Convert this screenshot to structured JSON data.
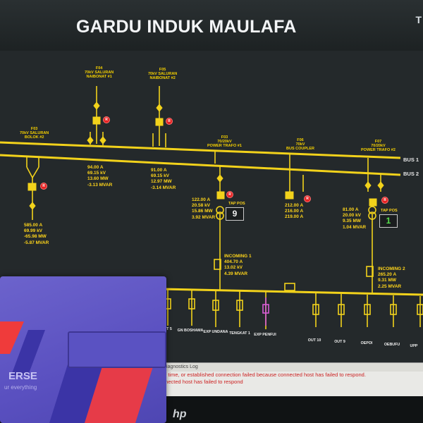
{
  "screen": {
    "title": "GARDU INDUK MAULAFA",
    "corner_char": "T"
  },
  "buses": {
    "bus1": "BUS 1",
    "bus2": "BUS 2"
  },
  "bays": [
    {
      "id": "F03",
      "lines": [
        "F03",
        "70kV SALURAN",
        "BOLOK #2"
      ]
    },
    {
      "id": "F04",
      "lines": [
        "F04",
        "70kV SALURAN",
        "NAIBONAT #1"
      ]
    },
    {
      "id": "F05",
      "lines": [
        "F05",
        "70kV SALURAN",
        "NAIBONAT #2"
      ]
    },
    {
      "id": "F03b",
      "lines": [
        "F03",
        "70/20kV",
        "POWER TRAFO #1"
      ]
    },
    {
      "id": "F06",
      "lines": [
        "F06",
        "70kV",
        "BUS COUPLER"
      ]
    },
    {
      "id": "F07",
      "lines": [
        "F07",
        "70/20kV",
        "POWER TRAFO #2"
      ]
    }
  ],
  "measurements": {
    "bolok2": [
      "585.00 A",
      "69.99 kV",
      "-65.98 MW",
      "-5.87 MVAR"
    ],
    "naibonat1": [
      "94.00 A",
      "69.15 kV",
      "13.60 MW",
      "-3.13 MVAR"
    ],
    "naibonat2": [
      "91.00 A",
      "69.15 kV",
      "12.97 MW",
      "-3.14 MVAR"
    ],
    "trafo1_hv": [
      "122.00 A",
      "20.58 kV",
      "15.86 MW",
      "3.92 MVAR"
    ],
    "coupler": [
      "212.00 A",
      "216.00 A",
      "219.00 A"
    ],
    "trafo2_hv": [
      "81.00 A",
      "20.00 kV",
      "9.35 MW",
      "1.04 MVAR"
    ],
    "incoming1": [
      "INCOMING 1",
      "404.70 A",
      "13.02 kV",
      "4.39 MVAR"
    ],
    "incoming2": [
      "INCOMING 2",
      "265.20 A",
      "9.31 MW",
      "2.25 MVAR"
    ]
  },
  "taps": [
    {
      "label": "TAP POS",
      "value": "9",
      "color": "#f0f0f0"
    },
    {
      "label": "TAP POS",
      "value": "1",
      "color": "#57e04c"
    }
  ],
  "feeders": [
    "OUT 5",
    "GN BOSHAMA",
    "EXP UNDANA",
    "TENGKAT 1",
    "EXP PENFUI",
    "OUT 10",
    "OUT 9",
    "OEPOI",
    "OEBUFU",
    "UPP"
  ],
  "colors": {
    "line": "#f2d21b",
    "background": "#24292b",
    "alarm": "#e52222"
  },
  "log": {
    "header": "Diagnostics Log",
    "lines": [
      "of time, or established connection failed because connected host has failed to respond.",
      "nnected host has failed to respond"
    ]
  },
  "card": {
    "word": "ERSE",
    "sub": "ur everything"
  },
  "brand": "hp"
}
